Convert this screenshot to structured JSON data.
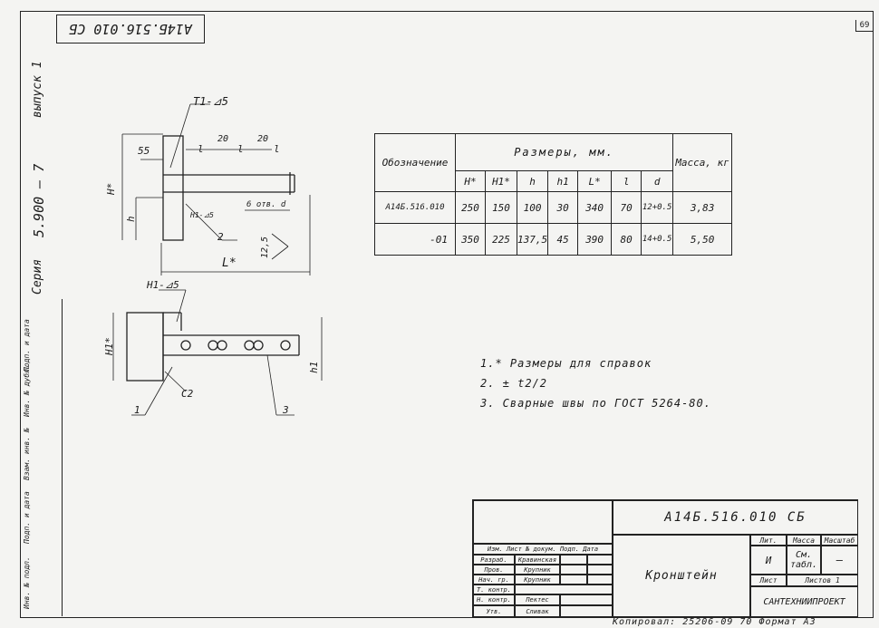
{
  "stamp_top": "А14Б.516.010 СБ",
  "sheet_number": "69",
  "series": {
    "vypusk": "выпуск 1",
    "number": "5.900 – 7",
    "label": "Серия"
  },
  "side_labels": [
    "Инв. № подл.",
    "Подп. и дата",
    "Взам. инв. №",
    "Инв. № дубл.",
    "Подп. и дата"
  ],
  "drawing": {
    "weld_top": "Т1-⊿5",
    "weld_side": "Н1-⊿5",
    "weld_mid": "Н1-⊿5",
    "dim_55": "55",
    "dim_20a": "20",
    "dim_20b": "20",
    "dim_l1": "l",
    "dim_l2": "l",
    "dim_l3": "l",
    "dim_H": "Н*",
    "dim_h": "h",
    "dim_L": "L*",
    "dim_holes": "6 отв. d",
    "dim_125": "12,5",
    "leader_2": "2",
    "leader_1": "1",
    "leader_3": "3",
    "chamfer": "С2",
    "dim_H1": "Н1*",
    "dim_h1": "h1"
  },
  "table": {
    "col_designation": "Обозначение",
    "group_sizes": "Размеры, мм.",
    "col_mass": "Масса, кг",
    "subheaders": [
      "Н*",
      "Н1*",
      "h",
      "h1",
      "L*",
      "l",
      "d"
    ],
    "rows": [
      {
        "designation": "А14Б.516.010",
        "values": [
          "250",
          "150",
          "100",
          "30",
          "340",
          "70",
          "12+0.5"
        ],
        "mass": "3,83"
      },
      {
        "designation": "-01",
        "values": [
          "350",
          "225",
          "137,5",
          "45",
          "390",
          "80",
          "14+0.5"
        ],
        "mass": "5,50"
      }
    ]
  },
  "notes": [
    "1.* Размеры для справок",
    "2. ± t2/2",
    "3. Сварные швы по ГОСТ 5264-80."
  ],
  "title_block": {
    "code": "А14Б.516.010 СБ",
    "name": "Кронштейн",
    "lit_hdr": "Лит.",
    "mass_hdr": "Масса",
    "scale_hdr": "Масштаб",
    "lit_val": "И",
    "mass_val": "См. табл.",
    "scale_val": "—",
    "sheet_hdr": "Лист",
    "sheets_hdr": "Листов 1",
    "org": "САНТЕХНИИПРОЕКТ",
    "roles": [
      "Изм. Лист № докум. Подп. Дата",
      "Разраб.",
      "Пров.",
      "Нач. гр.",
      "Т. контр.",
      "Н. контр.",
      "Утв."
    ],
    "names": [
      "",
      "Кравинская",
      "Крупник",
      "Крупник",
      "",
      "Пектес",
      "Сливак"
    ]
  },
  "copy_line": "Копировал: 25206-09  70  Формат А3"
}
